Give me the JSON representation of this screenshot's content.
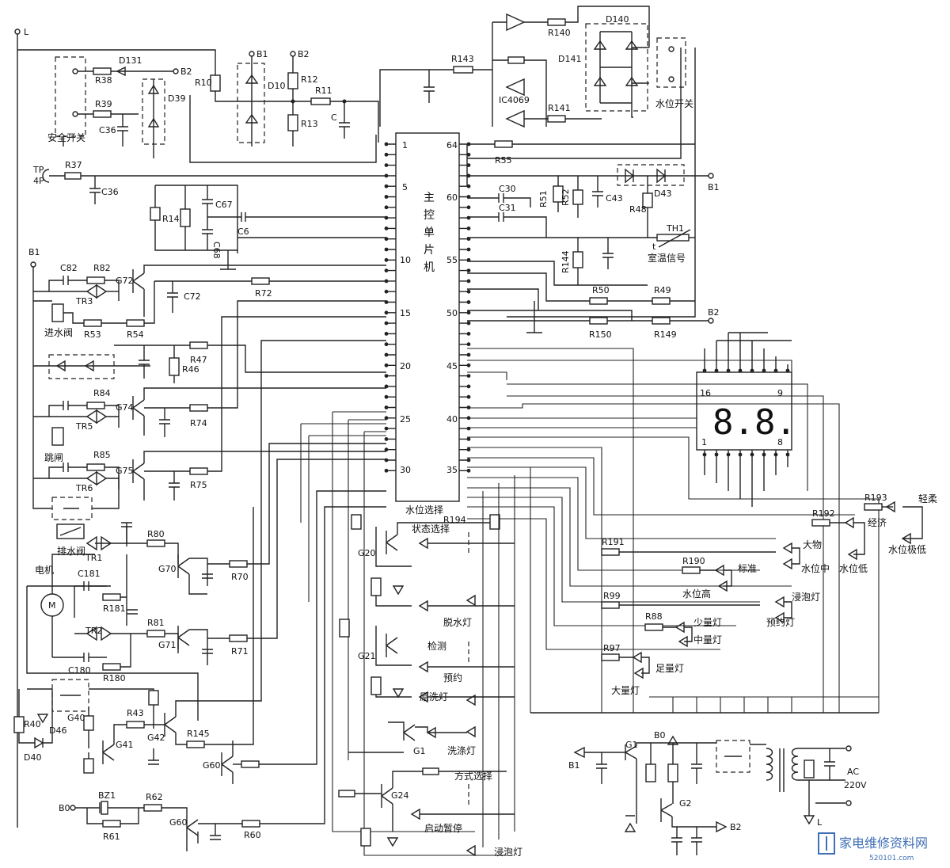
{
  "mcu": {
    "name_lines": [
      "主",
      "控",
      "单",
      "片",
      "机"
    ],
    "pin_numbers": [
      "1",
      "5",
      "10",
      "15",
      "20",
      "25",
      "30",
      "35",
      "40",
      "45",
      "50",
      "55",
      "60",
      "64"
    ]
  },
  "display": {
    "pin_labels": [
      "16",
      "9",
      "1",
      "8"
    ],
    "digits": "8.8."
  },
  "ic4069": "IC4069",
  "terminals": {
    "L_top": "L",
    "B1_top": "B1",
    "B2_top": "B2",
    "B1_left": "B1",
    "TP": "TP",
    "fourP": "4P",
    "B1_right": "B1",
    "B2_right": "B2",
    "B0_left": "B0",
    "B0_supply": "B0",
    "B1_supply": "B1",
    "B2_supply": "B2",
    "L_supply": "L",
    "AC": "AC",
    "V220": "220V"
  },
  "components": {
    "D131": "D131",
    "R38": "R38",
    "B2a": "B2",
    "R39": "R39",
    "D39": "D39",
    "C36a": "C36",
    "R10": "R10",
    "D10": "D10",
    "R12": "R12",
    "R11": "R11",
    "R13": "R13",
    "C": "C",
    "R143": "R143",
    "R140": "R140",
    "R141": "R141",
    "D140": "D140",
    "D141": "D141",
    "R37": "R37",
    "C36b": "C36",
    "R14": "R14",
    "C67": "C67",
    "C68": "C68",
    "C6": "C6",
    "C82": "C82",
    "R82": "R82",
    "TR3": "TR3",
    "G72": "G72",
    "C72": "C72",
    "R72": "R72",
    "R53": "R53",
    "R54": "R54",
    "R47": "R47",
    "R46": "R46",
    "R84": "R84",
    "TR5": "TR5",
    "G74": "G74",
    "R74": "R74",
    "R85": "R85",
    "TR6": "TR6",
    "G75": "G75",
    "R75": "R75",
    "TR1": "TR1",
    "R80": "R80",
    "G70": "G70",
    "R70": "R70",
    "C181": "C181",
    "R181": "R181",
    "TR2": "TR2",
    "R81": "R81",
    "G71": "G71",
    "R71": "R71",
    "C180": "C180",
    "R180": "R180",
    "G40": "G40",
    "R43": "R43",
    "R40": "R40",
    "D46": "D46",
    "D40": "D40",
    "G41": "G41",
    "G42": "G42",
    "R145": "R145",
    "G60a": "G60",
    "BZ1": "BZ1",
    "R62": "R62",
    "R61": "R61",
    "G60b": "G60",
    "R60": "R60",
    "C30": "C30",
    "C31": "C31",
    "R51": "R51",
    "R52": "R52",
    "C43": "C43",
    "R48": "R48",
    "D43": "D43",
    "R55": "R55",
    "TH1": "TH1",
    "t": "t",
    "R144": "R144",
    "R50": "R50",
    "R49": "R49",
    "R150": "R150",
    "R149": "R149",
    "R194": "R194",
    "G20": "G20",
    "G21": "G21",
    "G1a": "G1",
    "G24": "G24",
    "R193": "R193",
    "R192": "R192",
    "R191": "R191",
    "R190": "R190",
    "R99": "R99",
    "R88": "R88",
    "R97": "R97",
    "G1b": "G1",
    "G2": "G2"
  },
  "labels_cn": {
    "safety_switch": "安全开关",
    "water_switch": "水位开关",
    "inlet_valve": "进水阀",
    "trip": "跳闸",
    "drain_valve": "排水阀",
    "motor": "电机",
    "room_temp": "室温信号",
    "water_level_select": "水位选择",
    "state_select": "状态选择",
    "spin_lamp": "脱水灯",
    "detect": "检测",
    "reserve": "预约",
    "soak_wash_lamp": "原洗灯",
    "wash_lamp": "洗涤灯",
    "mode_select": "方式选择",
    "start_pause": "启动暂停",
    "soak_lamp_bottom": "浸泡灯",
    "gentle": "轻柔",
    "economy": "经济",
    "water_level_min": "水位极低",
    "large_items": "大物",
    "standard": "标准",
    "water_level_mid": "水位中",
    "water_level_low": "水位低",
    "water_level_high": "水位高",
    "soak_lamp": "浸泡灯",
    "small_lamp": "少量灯",
    "medium_lamp": "中量灯",
    "reserve_lamp": "预约灯",
    "full_lamp": "足量灯",
    "large_lamp": "大量灯"
  },
  "motor_symbol": "M",
  "watermark": {
    "text": "家电维修资料网",
    "url": "520101.com"
  }
}
